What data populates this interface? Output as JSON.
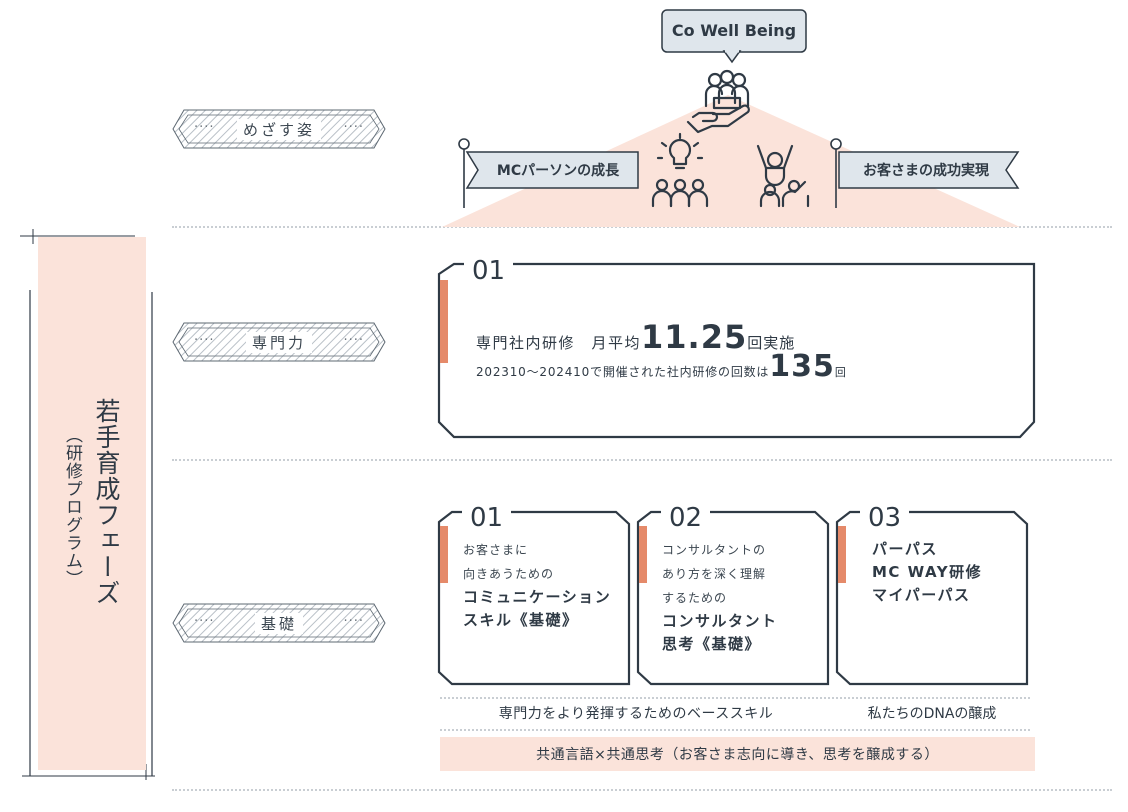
{
  "top": {
    "bubble": "Co Well Being",
    "flag_left": "MCパーソンの成長",
    "flag_right": "お客さまの成功実現"
  },
  "rows": {
    "goal_label": "めざす姿",
    "expertise_label": "専門力",
    "basics_label": "基礎",
    "dots": "····"
  },
  "side": {
    "title": "若手育成フェーズ",
    "subtitle": "（研修プログラム）"
  },
  "expertise_card": {
    "num": "01",
    "line1_prefix": "専門社内研修　月平均",
    "line1_number": "11.25",
    "line1_suffix": "回実施",
    "line2_prefix": "202310～202410で開催された社内研修の回数は",
    "line2_number": "135",
    "line2_suffix": "回"
  },
  "basic_cards": [
    {
      "num": "01",
      "small": [
        "お客さまに",
        "向きあうための"
      ],
      "bold": [
        "コミュニケーション",
        "スキル《基礎》"
      ]
    },
    {
      "num": "02",
      "small": [
        "コンサルタントの",
        "あり方を深く理解",
        "するための"
      ],
      "bold": [
        "コンサルタント",
        "思考《基礎》"
      ]
    },
    {
      "num": "03",
      "small": [],
      "bold": [
        "パーパス",
        "MC WAY研修",
        "マイパーパス"
      ]
    }
  ],
  "footer": {
    "base_skill": "専門力をより発揮するためのベーススキル",
    "dna": "私たちのDNAの醸成",
    "common": "共通言語×共通思考（お客さま志向に導き、思考を醸成する）"
  },
  "colors": {
    "accent": "#e58a6a",
    "peach": "#fbe3da",
    "bubble": "#dfe6ec",
    "ink": "#2f3a45"
  },
  "icons": [
    "people-hand-icon",
    "lightbulb-people-icon",
    "cheering-people-icon",
    "pin-icon"
  ]
}
